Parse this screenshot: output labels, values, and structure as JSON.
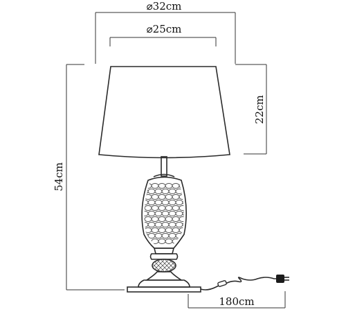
{
  "dimensions": {
    "shade_bottom_diameter": "⌀32cm",
    "shade_top_diameter": "⌀25cm",
    "shade_height": "22cm",
    "total_height": "54cm",
    "cord_length": "180cm"
  }
}
